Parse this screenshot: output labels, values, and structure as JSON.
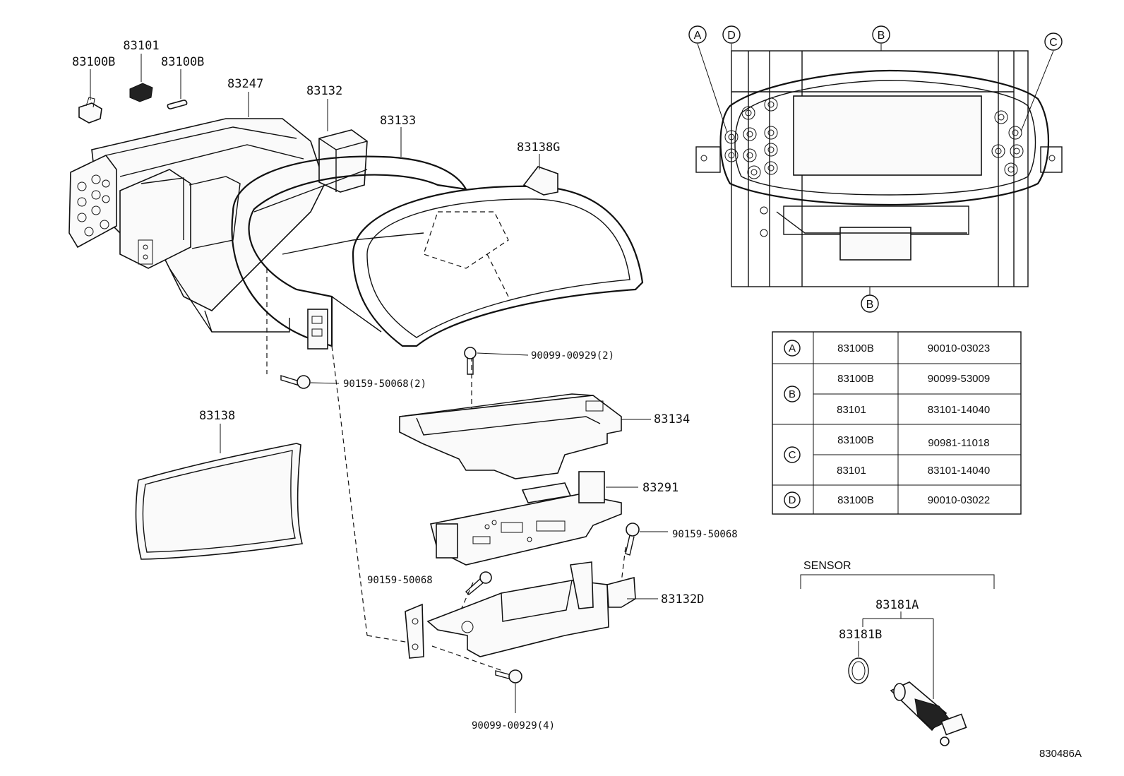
{
  "part_labels": {
    "p83101": "83101",
    "p83100B_left": "83100B",
    "p83100B_right": "83100B",
    "p83247": "83247",
    "p83132": "83132",
    "p83133": "83133",
    "p83138G": "83138G",
    "p90099_00929_2": "90099-00929(2)",
    "p90159_50068_2": "90159-50068(2)",
    "p83138": "83138",
    "p83134": "83134",
    "p83291": "83291",
    "p90159_50068_right": "90159-50068",
    "p90159_50068_left": "90159-50068",
    "p83132D": "83132D",
    "p90099_00929_4": "90099-00929(4)"
  },
  "detail_view": {
    "callouts": {
      "A": "A",
      "B_top": "B",
      "B_bottom": "B",
      "C": "C",
      "D": "D"
    }
  },
  "bulb_table": {
    "rows": [
      {
        "ref": "A",
        "part": "83100B",
        "number": "90010-03023"
      },
      {
        "ref": "B",
        "part": "83100B",
        "number": "90099-53009"
      },
      {
        "ref": "",
        "part": "83101",
        "number": "83101-14040"
      },
      {
        "ref": "C",
        "part": "83100B",
        "number": "90981-11018"
      },
      {
        "ref": "",
        "part": "83101",
        "number": "83101-14040"
      },
      {
        "ref": "D",
        "part": "83100B",
        "number": "90010-03022"
      }
    ]
  },
  "sensor": {
    "heading": "SENSOR",
    "p83181A": "83181A",
    "p83181B": "83181B"
  },
  "figure_code": "830486A"
}
